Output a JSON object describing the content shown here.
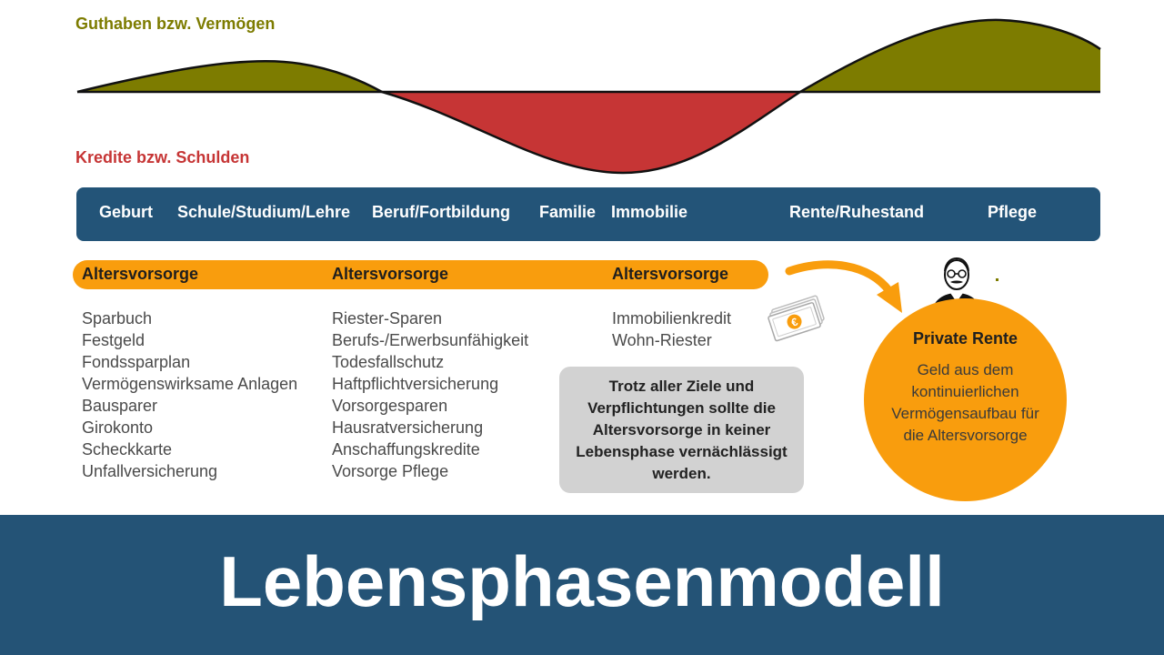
{
  "chart": {
    "assets_label": "Guthaben bzw. Vermögen",
    "debts_label": "Kredite bzw. Schulden",
    "assets_color": "#7d7c00",
    "debts_color": "#c63535"
  },
  "phases": [
    "Geburt",
    "Schule/Studium/Lehre",
    "Beruf/Fortbildung",
    "Familie",
    "Immobilie",
    "Rente/Ruhestand",
    "Pflege"
  ],
  "columns": [
    {
      "heading": "Altersvorsorge",
      "items": [
        "Sparbuch",
        "Festgeld",
        "Fondssparplan",
        "Vermögenswirksame Anlagen",
        "Bausparer",
        "Girokonto",
        "Scheckkarte",
        "Unfallversicherung"
      ]
    },
    {
      "heading": "Altersvorsorge",
      "items": [
        "Riester-Sparen",
        "Berufs-/Erwerbsunfähigkeit",
        "Todesfallschutz",
        "Haftpflichtversicherung",
        "Vorsorgesparen",
        "Hausratversicherung",
        "Anschaffungskredite",
        "Vorsorge Pflege"
      ]
    },
    {
      "heading": "Altersvorsorge",
      "items": [
        "Immobilienkredit",
        "Wohn-Riester"
      ]
    }
  ],
  "notice": "Trotz aller Ziele und Verpflichtungen sollte die Altersvorsorge in keiner Lebensphase vernächlässigt werden.",
  "private_pension": {
    "title": "Private Rente",
    "text": "Geld aus dem kontinuierlichen Vermögensaufbau für die Altersvorsorge"
  },
  "icons": {
    "money": "euro-banknotes-icon",
    "arrow": "curved-arrow-icon",
    "person": "elderly-man-icon",
    "currency_symbol": "€"
  },
  "footer_title": "Lebensphasenmodell"
}
